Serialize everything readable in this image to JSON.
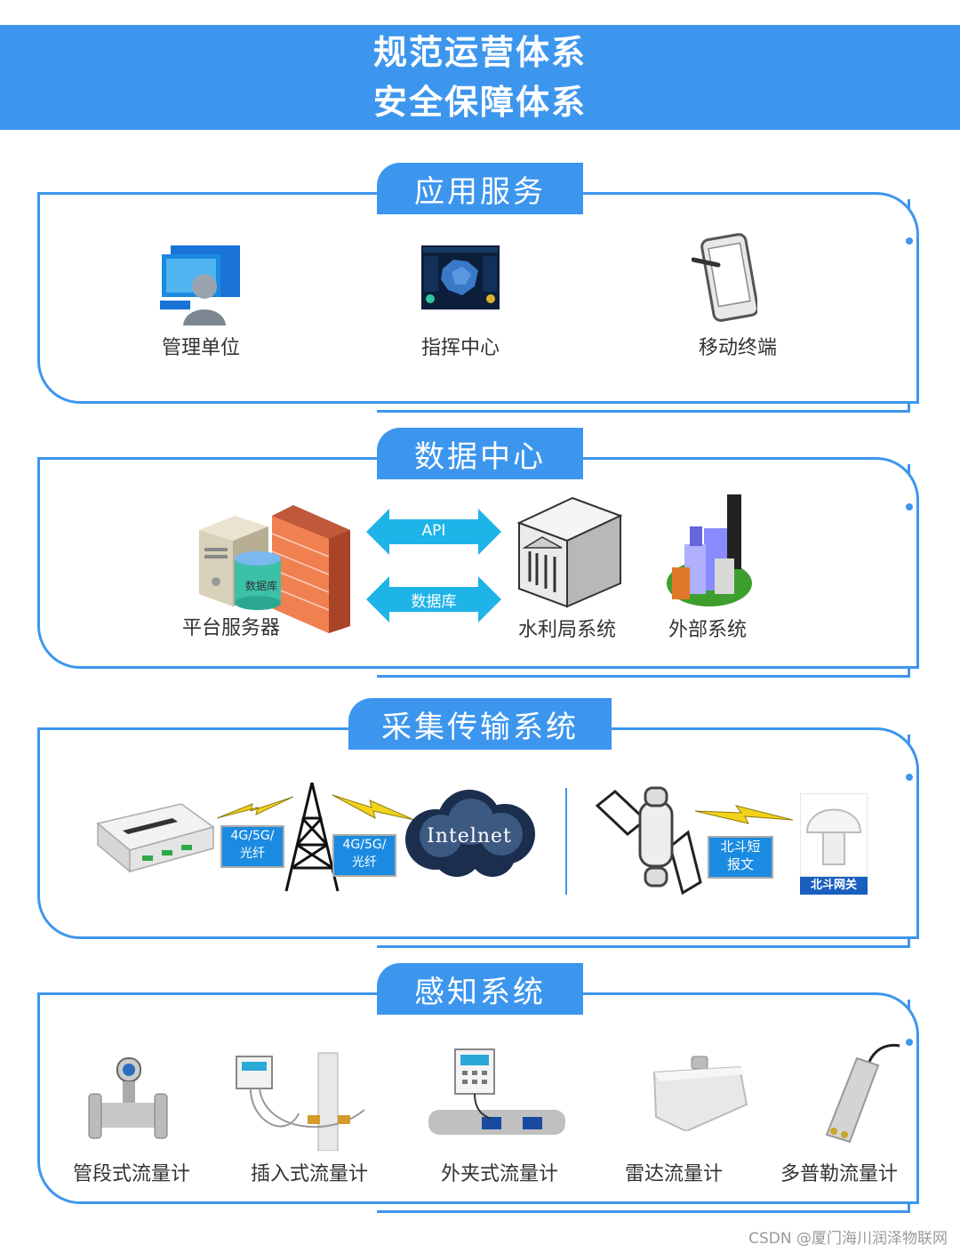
{
  "banner": {
    "line1": "规范运营体系",
    "line2": "安全保障体系"
  },
  "sections": {
    "app": {
      "title": "应用服务",
      "items": [
        "管理单位",
        "指挥中心",
        "移动终端"
      ]
    },
    "data": {
      "title": "数据中心",
      "items": [
        "平台服务器",
        "水利局系统",
        "外部系统"
      ],
      "db_badge": "数据库",
      "arrow1": "API",
      "arrow2": "数据库"
    },
    "collect": {
      "title": "采集传输系统",
      "link1": "4G/5G/\n光纤",
      "link2": "4G/5G/\n光纤",
      "cloud": "Intelnet",
      "beidou_msg": "北斗短\n报文",
      "beidou_gw": "北斗网关"
    },
    "sense": {
      "title": "感知系统",
      "items": [
        "管段式流量计",
        "插入式流量计",
        "外夹式流量计",
        "雷达流量计",
        "多普勒流量计"
      ]
    }
  },
  "credit": "CSDN @厦门海川润泽物联网",
  "colors": {
    "accent": "#3d96ee",
    "arrow": "#1fb4e8",
    "firewall": "#f08050"
  }
}
